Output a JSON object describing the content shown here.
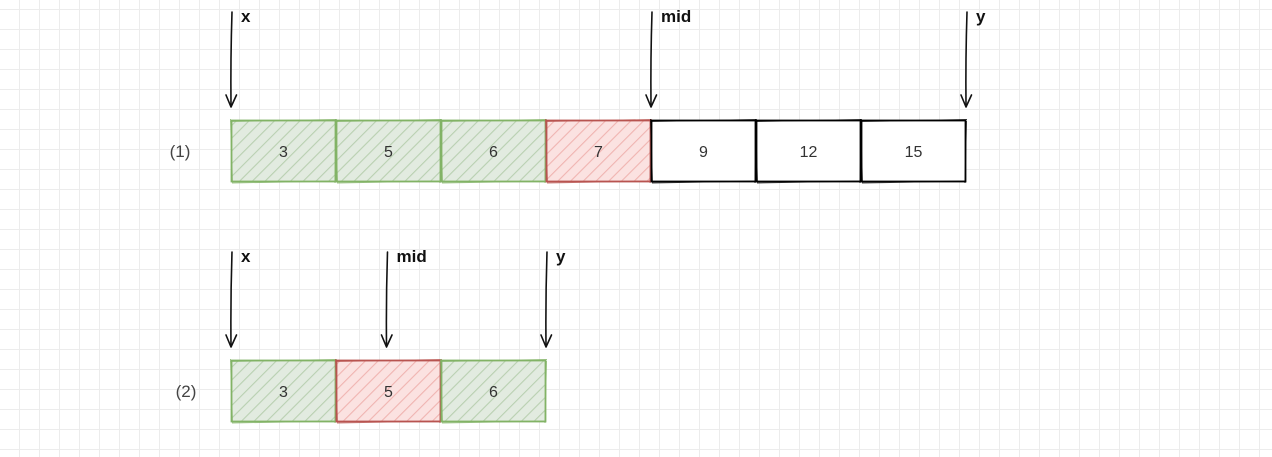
{
  "colors": {
    "green_border": "#82b366",
    "green_fill": "#d5e8d4",
    "red_border": "#b85450",
    "red_fill": "#f8cecc",
    "black_border": "#000000",
    "white_fill": "#ffffff"
  },
  "rows": [
    {
      "label": "(1)",
      "cells": [
        {
          "value": "3",
          "state": "green"
        },
        {
          "value": "5",
          "state": "green"
        },
        {
          "value": "6",
          "state": "green"
        },
        {
          "value": "7",
          "state": "red"
        },
        {
          "value": "9",
          "state": "plain"
        },
        {
          "value": "12",
          "state": "plain"
        },
        {
          "value": "15",
          "state": "plain"
        }
      ],
      "pointers": [
        {
          "label": "x",
          "index": 0,
          "side": "left"
        },
        {
          "label": "mid",
          "index": 3,
          "side": "right"
        },
        {
          "label": "y",
          "index": 6,
          "side": "right"
        }
      ]
    },
    {
      "label": "(2)",
      "cells": [
        {
          "value": "3",
          "state": "green"
        },
        {
          "value": "5",
          "state": "red"
        },
        {
          "value": "6",
          "state": "green"
        }
      ],
      "pointers": [
        {
          "label": "x",
          "index": 0,
          "side": "left"
        },
        {
          "label": "mid",
          "index": 1,
          "side": "center"
        },
        {
          "label": "y",
          "index": 2,
          "side": "right"
        }
      ]
    }
  ]
}
